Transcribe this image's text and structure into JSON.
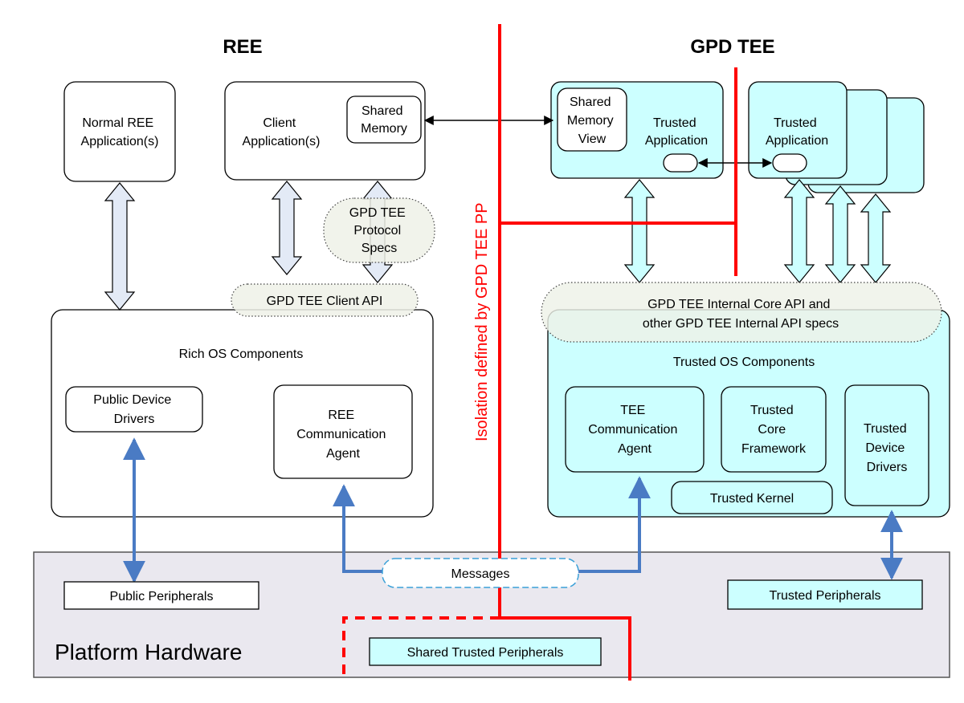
{
  "headings": {
    "ree": "REE",
    "tee": "GPD TEE"
  },
  "isolation_label": "Isolation defined by GPD TEE PP",
  "ree": {
    "normal_app": [
      "Normal REE",
      "Application(s)"
    ],
    "client_app": [
      "Client",
      "Application(s)"
    ],
    "shared_memory": [
      "Shared",
      "Memory"
    ],
    "protocol_specs": [
      "GPD TEE",
      "Protocol",
      "Specs"
    ],
    "client_api": "GPD TEE Client API",
    "rich_os": "Rich OS Components",
    "public_drivers": [
      "Public Device",
      "Drivers"
    ],
    "comm_agent": [
      "REE",
      "Communication",
      "Agent"
    ]
  },
  "tee": {
    "shared_memory_view": [
      "Shared",
      "Memory",
      "View"
    ],
    "trusted_app_1": [
      "Trusted",
      "Application"
    ],
    "trusted_app_2": [
      "Trusted",
      "Application"
    ],
    "internal_api": [
      "GPD TEE Internal Core API and",
      "other GPD TEE Internal API specs"
    ],
    "trusted_os": "Trusted OS Components",
    "comm_agent": [
      "TEE",
      "Communication",
      "Agent"
    ],
    "core_framework": [
      "Trusted",
      "Core",
      "Framework"
    ],
    "device_drivers": [
      "Trusted",
      "Device",
      "Drivers"
    ],
    "kernel": "Trusted Kernel"
  },
  "hardware": {
    "title": "Platform Hardware",
    "messages": "Messages",
    "public_peripherals": "Public Peripherals",
    "trusted_peripherals": "Trusted Peripherals",
    "shared_trusted_peripherals": "Shared Trusted Peripherals"
  },
  "colors": {
    "tee_fill": "#ccffff",
    "ree_arrow_fill": "#e3eaf6",
    "api_cloud_fill": "#eef1e8",
    "hardware_fill": "#eae8ef",
    "isolation_red": "#ff0000",
    "message_blue": "#4a7bc4"
  }
}
